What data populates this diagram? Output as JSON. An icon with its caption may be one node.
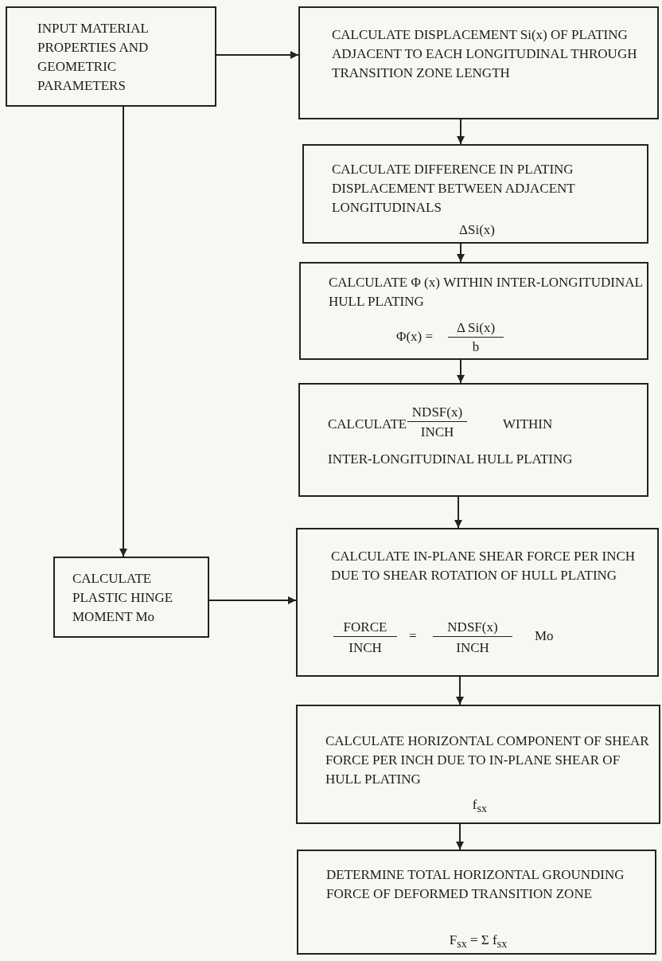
{
  "diagram": {
    "nodes": [
      {
        "text": [
          "INPUT MATERIAL PROPERTIES AND GEOMETRIC PARAMETERS"
        ]
      },
      {
        "text": [
          "CALCULATE DISPLACEMENT Si(x) OF PLATING ADJACENT TO EACH LONGITUDINAL THROUGH TRANSITION ZONE LENGTH"
        ]
      },
      {
        "text": [
          "CALCULATE DIFFERENCE IN PLATING DISPLACEMENT BETWEEN ADJACENT LONGITUDINALS",
          "ΔSi(x)"
        ]
      },
      {
        "text": [
          "CALCULATE Φ (x) WITHIN INTER-LONGITUDINAL HULL PLATING",
          "Φ(x) =",
          "Δ Si(x)",
          "b"
        ]
      },
      {
        "text": [
          "CALCULATE",
          "NDSF(x)",
          "INCH",
          "WITHIN",
          "INTER-LONGITUDINAL HULL PLATING"
        ]
      },
      {
        "text": [
          "CALCULATE PLASTIC HINGE MOMENT Mo"
        ]
      },
      {
        "text": [
          "CALCULATE IN-PLANE SHEAR FORCE PER INCH DUE TO SHEAR ROTATION OF HULL PLATING",
          "FORCE",
          "INCH",
          "=",
          "NDSF(x)",
          "INCH",
          "Mo"
        ]
      },
      {
        "text": [
          "CALCULATE HORIZONTAL COMPONENT OF SHEAR FORCE PER INCH DUE TO IN-PLANE SHEAR OF HULL PLATING",
          "f$_{sx}$"
        ]
      },
      {
        "text": [
          "DETERMINE TOTAL HORIZONTAL GROUNDING FORCE OF DEFORMED TRANSITION ZONE",
          "F$_{sx}$ = Σ f$_{sx}$"
        ]
      }
    ],
    "edges": [
      {
        "from": 0,
        "to": 1,
        "arrow": "to"
      },
      {
        "from": 1,
        "to": 2,
        "arrow": "to"
      },
      {
        "from": 2,
        "to": 3,
        "arrow": "to"
      },
      {
        "from": 3,
        "to": 4,
        "arrow": "to"
      },
      {
        "from": 4,
        "to": 6,
        "arrow": "to"
      },
      {
        "from": 0,
        "to": 5,
        "arrow": "to"
      },
      {
        "from": 5,
        "to": 6,
        "arrow": "to"
      },
      {
        "from": 6,
        "to": 7,
        "arrow": "to"
      },
      {
        "from": 7,
        "to": 8,
        "arrow": "to"
      }
    ]
  }
}
